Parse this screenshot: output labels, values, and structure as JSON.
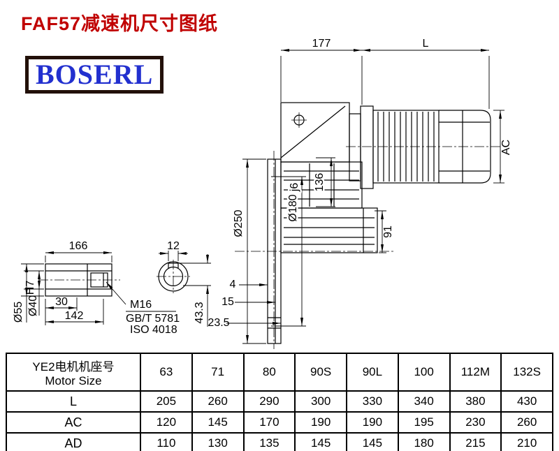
{
  "page": {
    "title": "FAF57减速机尺寸图纸"
  },
  "logo": {
    "text": "BOSERL"
  },
  "drawing": {
    "dims": {
      "d177": "177",
      "dL": "L",
      "dAC": "AC",
      "d250": "Ø250",
      "d180": "Ø180",
      "d180_tol": "j6",
      "d136": "136",
      "d91": "91",
      "d4": "4",
      "d15": "15",
      "d23_5": "23.5"
    },
    "shaft": {
      "d166": "166",
      "d12": "12",
      "d55": "Ø55",
      "d40": "Ø40",
      "d40_tol": "H7",
      "d30": "30",
      "d142": "142",
      "d43_3": "43.3",
      "thread": "M16",
      "std1": "GB/T 5781",
      "std2": "ISO 4018"
    }
  },
  "table": {
    "header": {
      "line1": "YE2电机机座号",
      "line2": "Motor Size"
    },
    "columns": [
      "63",
      "71",
      "80",
      "90S",
      "90L",
      "100",
      "112M",
      "132S"
    ],
    "rows": [
      {
        "label": "L",
        "values": [
          "205",
          "260",
          "290",
          "300",
          "330",
          "340",
          "380",
          "430"
        ]
      },
      {
        "label": "AC",
        "values": [
          "120",
          "145",
          "170",
          "190",
          "190",
          "195",
          "230",
          "260"
        ]
      },
      {
        "label": "AD",
        "values": [
          "110",
          "130",
          "135",
          "145",
          "145",
          "180",
          "215",
          "210"
        ]
      }
    ]
  }
}
